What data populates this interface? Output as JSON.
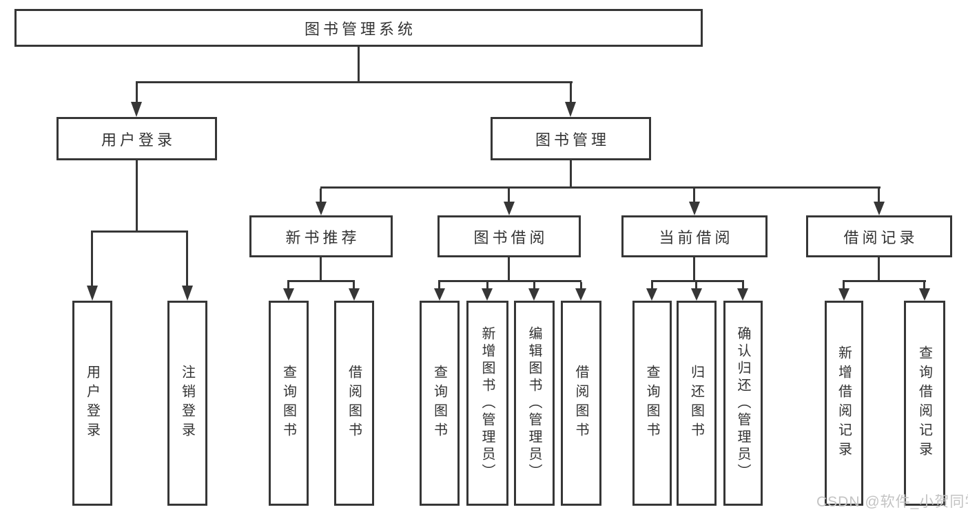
{
  "nodes": {
    "root": "图书管理系统",
    "user_login": "用户登录",
    "book_mgmt": "图书管理",
    "new_book_rec": "新书推荐",
    "book_borrow": "图书借阅",
    "current_borrow": "当前借阅",
    "borrow_records": "借阅记录",
    "user_login_leaf": "用户登录",
    "logout_leaf": "注销登录",
    "rec_query": "查询图书",
    "rec_borrow": "借阅图书",
    "bb_query": "查询图书",
    "bb_add": "新增图书（管理员）",
    "bb_edit": "编辑图书（管理员）",
    "bb_borrow": "借阅图书",
    "cb_query": "查询图书",
    "cb_return": "归还图书",
    "cb_confirm": "确认归还（管理员）",
    "br_add": "新增借阅记录",
    "br_query": "查询借阅记录"
  },
  "colors": {
    "line": "#363636",
    "text": "#333333",
    "watermark": "#c3c3c3"
  },
  "watermark": "CSDN @软件_小贺同学"
}
